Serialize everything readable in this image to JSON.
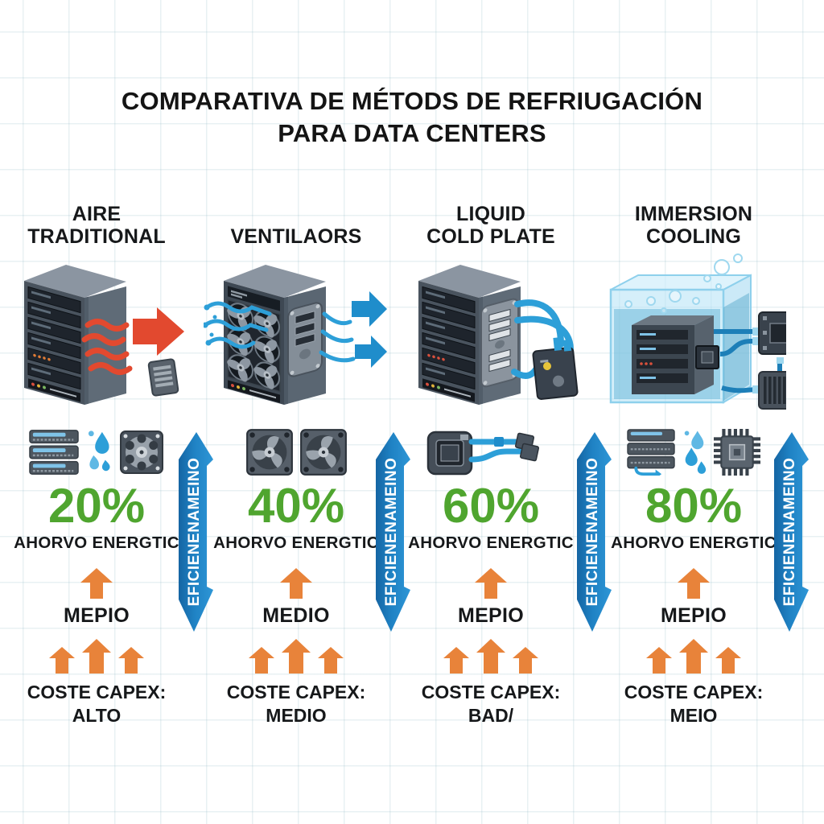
{
  "title": {
    "line1": "COMPARATIVA DE MÉTODS DE REFRIUGACIÓN",
    "line2": "PARA DATA CENTERS"
  },
  "efficiency_banner": {
    "label": "EFICIENENAMEINO",
    "color": "#1F82C4"
  },
  "colors": {
    "accent_green": "#4FA52F",
    "accent_orange": "#E8833A",
    "accent_blue": "#1F8DCB",
    "heat_red": "#E2492F"
  },
  "columns": [
    {
      "header": "AIRE\nTRADITIONAL",
      "illustration": "server-rack-hot-air-exhaust",
      "icons": [
        "server-stack-icon",
        "water-drops-icon",
        "fan-icon"
      ],
      "savings_value": "20%",
      "savings_label": "AHORVO ENERGTIC",
      "maintenance_value": "MEPIO",
      "capex_label": "COSTE CAPEX:",
      "capex_value": "ALTO"
    },
    {
      "header": "VENTILAORS",
      "illustration": "server-rack-fans-airflow",
      "icons": [
        "fan-icon",
        "fan-icon"
      ],
      "savings_value": "40%",
      "savings_label": "AHORVO ENERGTIC",
      "maintenance_value": "MEDIO",
      "capex_label": "COSTE CAPEX:",
      "capex_value": "MEDIO"
    },
    {
      "header": "LIQUID\nCOLD PLATE",
      "illustration": "server-rack-cold-plate-tubes-pump",
      "icons": [
        "cold-plate-tubes-icon"
      ],
      "savings_value": "60%",
      "savings_label": "AHORVO ENERGTIC",
      "maintenance_value": "MEPIO",
      "capex_label": "COSTE CAPEX:",
      "capex_value": "BAD/"
    },
    {
      "header": "IMMERSION\nCOOLING",
      "illustration": "immersion-tank-chip-radiator",
      "icons": [
        "server-stack-icon",
        "water-drops-icon",
        "chip-icon"
      ],
      "savings_value": "80%",
      "savings_label": "AHORVO ENERGTIC",
      "maintenance_value": "MEPIO",
      "capex_label": "COSTE CAPEX:",
      "capex_value": "MEIO"
    }
  ]
}
